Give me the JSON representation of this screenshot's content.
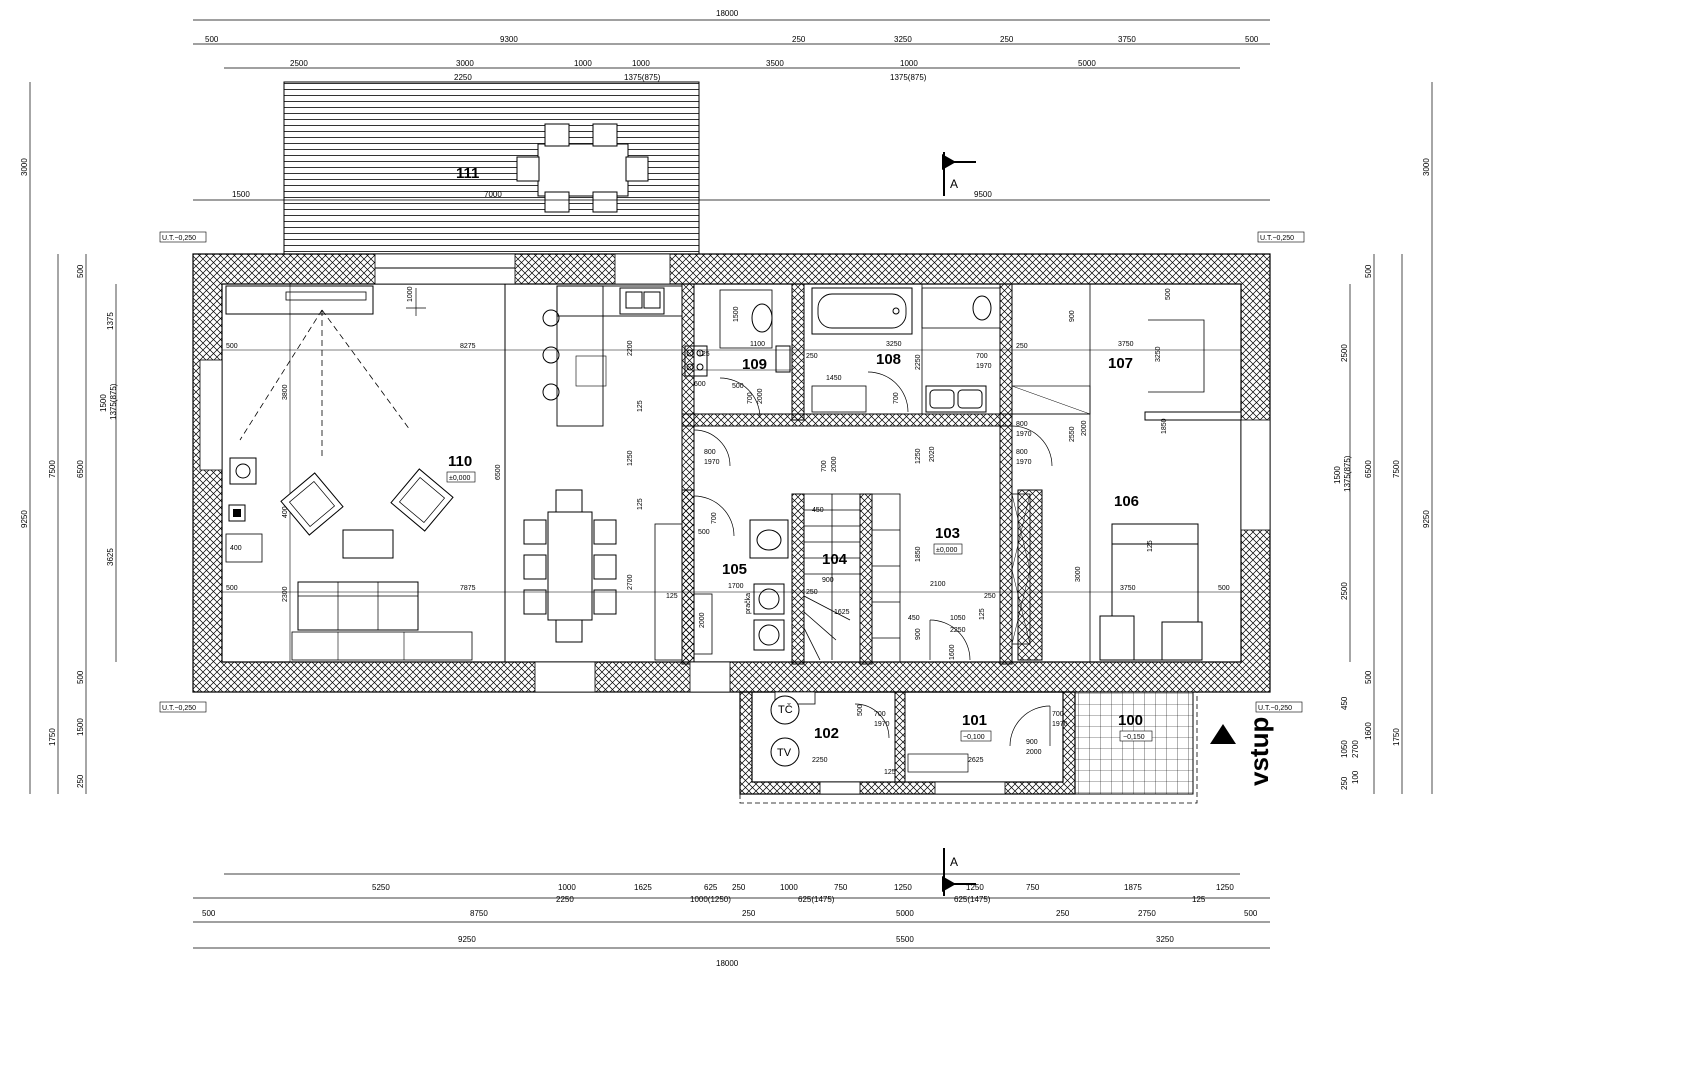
{
  "drawing": {
    "rooms": {
      "r100": "100",
      "r101": "101",
      "r102": "102",
      "r103": "103",
      "r104": "104",
      "r105": "105",
      "r106": "106",
      "r107": "107",
      "r108": "108",
      "r109": "109",
      "r110": "110",
      "r111": "111"
    },
    "levels": {
      "r110": "±0,000",
      "r103": "±0,000",
      "r101": "−0,100",
      "r100": "−0,150",
      "terrain_nw": "U.T.−0,250",
      "terrain_ne": "U.T.−0,250",
      "terrain_sw": "U.T.−0,250",
      "terrain_se": "U.T.−0,250"
    },
    "entrance": "vstup",
    "section_mark": "A",
    "symbols": {
      "heat_pump": "TČ",
      "water_heater": "TV"
    },
    "top_dims": {
      "overall": "18000",
      "row2": [
        "500",
        "9300",
        "250",
        "3250",
        "250",
        "3750",
        "500"
      ],
      "row3": [
        "2500",
        "3000",
        "1000",
        "1000",
        "3500",
        "1000",
        "5000"
      ],
      "row3_sub": [
        "2250",
        "1375(875)",
        "1375(875)"
      ],
      "terrace": [
        "1500",
        "7000",
        "9500"
      ]
    },
    "bottom_dims": {
      "row1": [
        "5250",
        "1000",
        "1625",
        "625",
        "250",
        "1000",
        "750",
        "1250",
        "1250",
        "750",
        "1875",
        "1250"
      ],
      "row1_sub": [
        "2250",
        "1000(1250)",
        "625(1475)",
        "625(1475)",
        "125"
      ],
      "row2": [
        "500",
        "8750",
        "250",
        "5000",
        "250",
        "2750",
        "500"
      ],
      "row3": [
        "9250",
        "5500",
        "3250"
      ],
      "overall": "18000"
    },
    "left_dims": {
      "outer": [
        "3000",
        "9250"
      ],
      "mid": [
        "7500",
        "1750"
      ],
      "inner": [
        "6500",
        "1500",
        "250"
      ],
      "wall": [
        "500",
        "500"
      ],
      "detail": [
        "1375",
        "1500",
        "1375(875)",
        "3625"
      ]
    },
    "right_dims": {
      "outer": [
        "3000",
        "9250"
      ],
      "mid": [
        "7500",
        "1750"
      ],
      "inner": [
        "6500",
        "2500",
        "1500",
        "1375(875)",
        "2500"
      ],
      "wall": [
        "500",
        "500"
      ],
      "entry": [
        "450",
        "1600",
        "1050",
        "2700",
        "100",
        "250"
      ]
    },
    "interior_dims": {
      "d110": [
        "8275",
        "7875",
        "500",
        "500",
        "3800",
        "6500",
        "2300",
        "400",
        "400",
        "1000"
      ],
      "d_kitchen": [
        "2200",
        "1250",
        "2700",
        "125",
        "125",
        "125"
      ],
      "d109": [
        "1100",
        "125",
        "500",
        "700",
        "1500",
        "600",
        "2000",
        "1970",
        "800"
      ],
      "d108": [
        "3250",
        "1450",
        "2250",
        "250",
        "700",
        "1970",
        "700"
      ],
      "d107": [
        "3750",
        "3250",
        "900",
        "250",
        "500",
        "1850",
        "2550",
        "800",
        "1970"
      ],
      "d106": [
        "3750",
        "3000",
        "2000",
        "800",
        "1970",
        "500",
        "125"
      ],
      "d105": [
        "1700",
        "500",
        "700",
        "2000",
        "pračka"
      ],
      "d104": [
        "900",
        "450",
        "250",
        "1625",
        "700",
        "2000"
      ],
      "d103": [
        "1850",
        "2100",
        "250",
        "1250",
        "2020",
        "450",
        "900",
        "1050",
        "2250",
        "125",
        "1600"
      ],
      "d102": [
        "2250",
        "500",
        "700",
        "1970",
        "125"
      ],
      "d101": [
        "2625",
        "900",
        "2000",
        "700",
        "1970"
      ]
    }
  }
}
